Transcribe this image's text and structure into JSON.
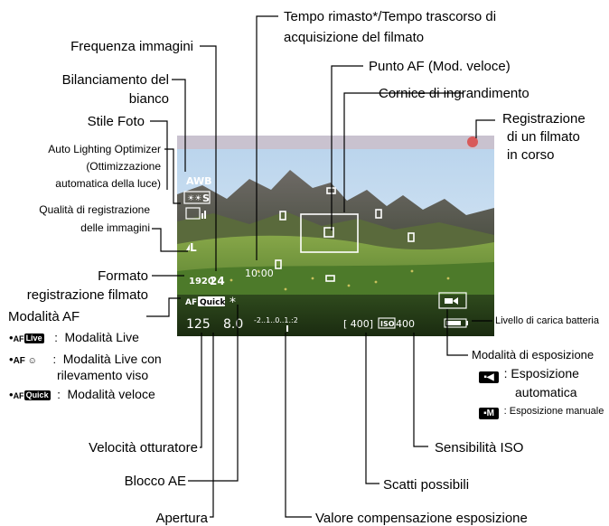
{
  "labels": {
    "tempo_rimasto": "Tempo rimasto*/Tempo trascorso di acquisizione del filmato",
    "tempo_line1": "Tempo rimasto*/Tempo trascorso di",
    "tempo_line2": "acquisizione del filmato",
    "frequenza": "Frequenza immagini",
    "bilanciamento_line1": "Bilanciamento del",
    "bilanciamento_line2": "bianco",
    "punto_af": "Punto AF (Mod. veloce)",
    "cornice": "Cornice di ingrandimento",
    "stile_foto": "Stile Foto",
    "registrazione_line1": "Registrazione",
    "registrazione_line2": "di un filmato",
    "registrazione_line3": "in corso",
    "alo_line1": "Auto Lighting Optimizer",
    "alo_line2": "(Ottimizzazione",
    "alo_line3": "automatica della luce)",
    "qualita_line1": "Qualità di registrazione",
    "qualita_line2": "delle immagini",
    "formato_line1": "Formato",
    "formato_line2": "registrazione filmato",
    "modalita_af": "Modalità AF",
    "af_live": "Modalità Live",
    "af_viso_line1": "Modalità Live con",
    "af_viso_line2": "rilevamento viso",
    "af_quick": "Modalità veloce",
    "livello_batteria": "Livello di carica batteria",
    "modalita_esposizione": "Modalità di esposizione",
    "esp_auto_line1": "Esposizione",
    "esp_auto_line2": "automatica",
    "esp_manuale": "Esposizione manuale",
    "velocita": "Velocità otturatore",
    "sensibilita": "Sensibilità ISO",
    "blocco_ae": "Blocco AE",
    "scatti": "Scatti possibili",
    "apertura": "Apertura",
    "compensazione": "Valore compensazione esposizione"
  },
  "osd": {
    "awb": "AWB",
    "picture_style": "S",
    "quality": "L",
    "size": "1920",
    "fps": "24",
    "time": "10:00",
    "af_prefix": "AF",
    "af_mode": "Quick",
    "shutter": "125",
    "aperture": "8.0",
    "scale": "-2..1..0..1.:2",
    "shots": "[ 400]",
    "iso_tag": "ISO",
    "iso_value": "400",
    "ae_lock": "*"
  },
  "legend_symbols": {
    "bullet": "•",
    "colon": ":",
    "af_live_chip": "Live",
    "af_face_glyph": "AF ☺",
    "af_quick_chip": "Quick"
  },
  "colors": {
    "sky": "#a8c8e6",
    "screen_top_bar": "#c9c2cf",
    "rec_dot": "#d85a5a",
    "mountain": "#4a5a3a",
    "meadow": "#5e8a32"
  }
}
